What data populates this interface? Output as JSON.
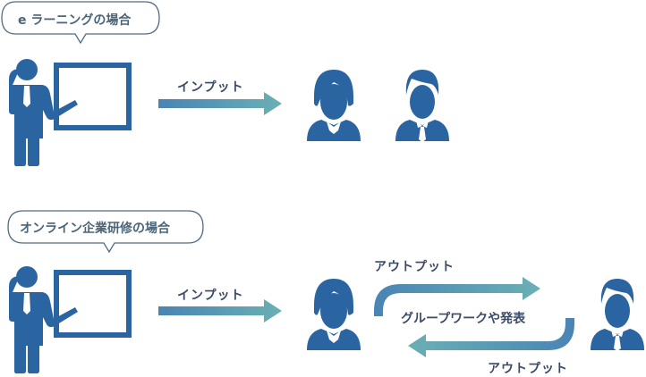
{
  "sections": [
    {
      "title": "e ラーニングの場合",
      "input_label": "インプット"
    },
    {
      "title": "オンライン企業研修の場合",
      "input_label": "インプット",
      "output_top_label": "アウトプット",
      "center_label": "グループワークや発表",
      "output_bottom_label": "アウトプット"
    }
  ],
  "colors": {
    "icon_blue": "#2a64a1",
    "arrow_start": "#4a84b4",
    "arrow_end": "#6ab0b4",
    "text": "#3b4a66",
    "bubble_border": "#4f6b80"
  }
}
